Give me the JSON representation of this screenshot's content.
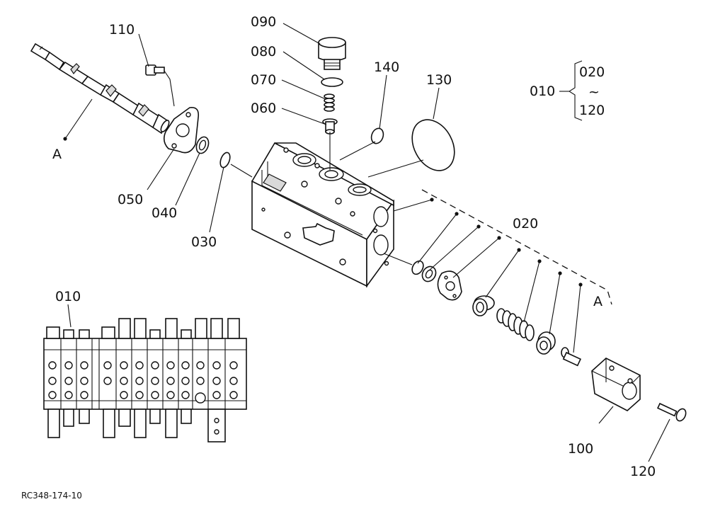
{
  "labels": {
    "p110": "110",
    "p090": "090",
    "p080": "080",
    "p070": "070",
    "p060": "060",
    "p140": "140",
    "p130": "130",
    "p050": "050",
    "p040": "040",
    "p030": "030",
    "p020": "020",
    "p100": "100",
    "p120": "120",
    "p010": "010",
    "ref_a_left": "A",
    "ref_a_right": "A"
  },
  "range_note": {
    "parent": "010",
    "from": "020",
    "tilde": "~",
    "to": "120"
  },
  "figure_code": "RC348-174-10"
}
